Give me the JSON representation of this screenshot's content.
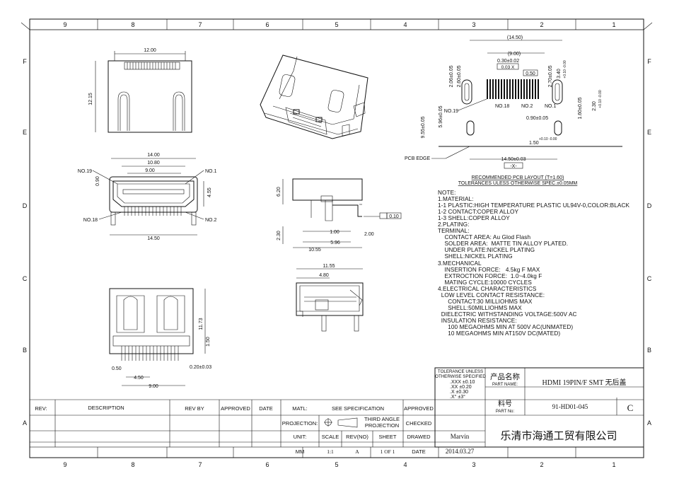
{
  "frame": {
    "col_markers": [
      "9",
      "8",
      "7",
      "6",
      "5",
      "4",
      "3",
      "2",
      "1"
    ],
    "row_markers": [
      "F",
      "E",
      "D",
      "C",
      "B",
      "A"
    ]
  },
  "dims": {
    "top_width": "12.00",
    "top_height": "12.15",
    "front_w14": "14.00",
    "front_w1080": "10.80",
    "front_w9": "9.00",
    "front_h090": "0.90",
    "front_h455": "4.55",
    "front_w1450": "14.50",
    "pin19": "NO.19",
    "pin1": "NO.1",
    "pin18": "NO.18",
    "pin2": "NO.2",
    "side_h620": "6.20",
    "side_h230": "2.30",
    "side_100": "1.00",
    "side_596": "5.96",
    "side_200": "2.00",
    "side_1055": "10.55",
    "flatness": "0.10",
    "sec_1155": "11.55",
    "sec_480": "4.80",
    "bot_h1173": "11.73",
    "bot_150": "1.50",
    "bot_050": "0.50",
    "bot_450": "4.50",
    "bot_020": "0.20±0.03",
    "bot_900": "9.00",
    "pcb_1450": "(14.50)",
    "pcb_900": "(9.00)",
    "pcb_030": "0.30±0.02",
    "pcb_tol": "0.03 X",
    "pcb_050": "0.50",
    "pcb_206": "2.06±0.05",
    "pcb_260": "2.60±0.05",
    "pcb_270": "2.70±0.05",
    "pcb_340": "3.40",
    "pcb_340_tol": "+0.10 -0.00",
    "pcb_955": "9.55±0.05",
    "pcb_596": "5.96±0.05",
    "pcb_160": "1.60±0.05",
    "pcb_230": "2.30",
    "pcb_230_tol": "+0.10 -0.00",
    "pcb_090": "0.90±0.05",
    "pcb_150": "1.50",
    "pcb_150_tol": "+0.10 -0.00",
    "pcb_1450b": "14.50±0.03",
    "pcb_x": "-X-",
    "pcb_edge": "PCB EDGE",
    "pcb_no19": "NO.19",
    "pcb_no18": "NO.18",
    "pcb_no2": "NO.2",
    "pcb_no1": "NO.1",
    "pcb_title": "RECOMMENDED PCB LAYOUT  (T=1.60)",
    "pcb_tol_note": "TOLERANCES ULESS OTHERWISE SPEC.±0.05MM"
  },
  "notes": [
    "NOTE:",
    "1.MATERIAL:",
    "1-1 PLASTIC:HIGH TEMPERATURE PLASTIC UL94V-0,COLOR:BLACK",
    "1-2 CONTACT:COPER ALLOY",
    "1-3 SHELL:COPER ALLOY",
    "2.PLATING:",
    "TERMINAL:",
    "    CONTACT AREA: Au Glod Flash",
    "    SOLDER AREA:  MATTE TIN ALLOY PLATED.",
    "    UNDER PLATE:NICKEL PLATING",
    "    SHELL:NICKEL PLATING",
    "3.MECHANICAL",
    "    INSERTION FORCE:   4.5kg F MAX",
    "    EXTROCTION FORCE:  1.0~4.0kg F",
    "    MATING CYCLE:10000 CYCLES",
    "4.ELECTRICAL CHARACTERISTICS",
    "  LOW LEVEL CONTACT RESISTANCE:",
    "      CONTACT:30 MILLIOHMS MAX",
    "      SHELL:50MILLIOHMS MAX",
    "  DIELECTRIC WITHSTANDING VOLTAGE:500V AC",
    "  INSULATION RESISTANCE:",
    "      100 MEGAOHMS MIN AT 500V AC(UNMATED)",
    "      10 MEGAOHMS MIN AT150V DC(MATED)"
  ],
  "title_block": {
    "tolerance_title1": "TOLERANCE UNLESS",
    "tolerance_title2": "OTHERWISE SPECIFIED",
    "tol1": ".XXX ±0.10",
    "tol2": ".XX   ±0.20",
    "tol3": ".X     ±0.30",
    "tol4": ".X°     ±3°",
    "part_name_cn": "产品名称",
    "part_name_label": "PART NAME:",
    "part_name": "HDMI 19PIN/F SMT 无后盖",
    "part_no_cn": "料号",
    "part_no_label": "PART No:",
    "part_no": "91-HD01-045",
    "revision": "C",
    "rev_label": "REV:",
    "description_label": "DESCRIPTION",
    "rev_by_label": "REV BY",
    "approved_label": "APPROVED",
    "date_label": "DATE",
    "matl_label": "MATL:",
    "matl_value": "SEE SPECIFICATION",
    "approved_label2": "APPROVED",
    "projection_label": "PROJECTION:",
    "projection_value1": "THIRD ANGLE",
    "projection_value2": "PROJECTION",
    "checked_label": "CHECKED",
    "unit_label": "UNIT:",
    "scale_label": "SCALE",
    "revno_label": "REV(NO)",
    "sheet_label": "SHEET",
    "drawed_label": "DRAWED",
    "drawer": "Marvin",
    "unit_value": "MM",
    "scale_value": "1:1",
    "revno_value": "A",
    "sheet_value": "1 OF 1",
    "date_label2": "DATE",
    "date_value": "2014.03.27",
    "company": "乐清市海通工贸有限公司"
  }
}
